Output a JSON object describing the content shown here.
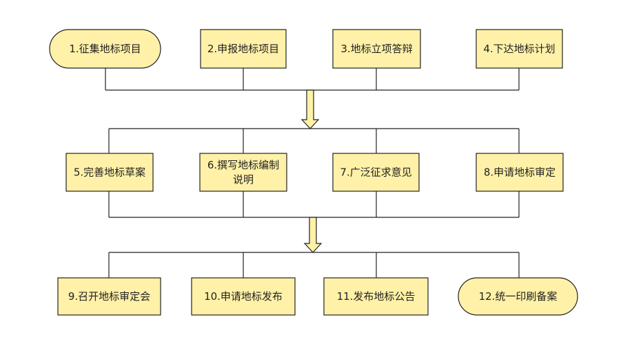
{
  "colors": {
    "node_fill": "#fff1a8",
    "node_stroke": "#222222",
    "connector": "#222222",
    "arrow_fill": "#fff1a8"
  },
  "rows": [
    {
      "nodes": [
        {
          "id": "n1",
          "shape": "terminator",
          "lines": [
            "1.征集地标项目"
          ]
        },
        {
          "id": "n2",
          "shape": "process",
          "lines": [
            "2.申报地标项目"
          ]
        },
        {
          "id": "n3",
          "shape": "process",
          "lines": [
            "3.地标立项答辩"
          ]
        },
        {
          "id": "n4",
          "shape": "process",
          "lines": [
            "4.下达地标计划"
          ]
        }
      ]
    },
    {
      "nodes": [
        {
          "id": "n5",
          "shape": "process",
          "lines": [
            "5.完善地标草案"
          ]
        },
        {
          "id": "n6",
          "shape": "process",
          "lines": [
            "6.撰写地标编制",
            "说明"
          ]
        },
        {
          "id": "n7",
          "shape": "process",
          "lines": [
            "7.广泛征求意见"
          ]
        },
        {
          "id": "n8",
          "shape": "process",
          "lines": [
            "8.申请地标审定"
          ]
        }
      ]
    },
    {
      "nodes": [
        {
          "id": "n9",
          "shape": "process",
          "lines": [
            "9.召开地标审定会"
          ]
        },
        {
          "id": "n10",
          "shape": "process",
          "lines": [
            "10.申请地标发布"
          ]
        },
        {
          "id": "n11",
          "shape": "process",
          "lines": [
            "11.发布地标公告"
          ]
        },
        {
          "id": "n12",
          "shape": "terminator",
          "lines": [
            "12.统一印刷备案"
          ]
        }
      ]
    }
  ]
}
